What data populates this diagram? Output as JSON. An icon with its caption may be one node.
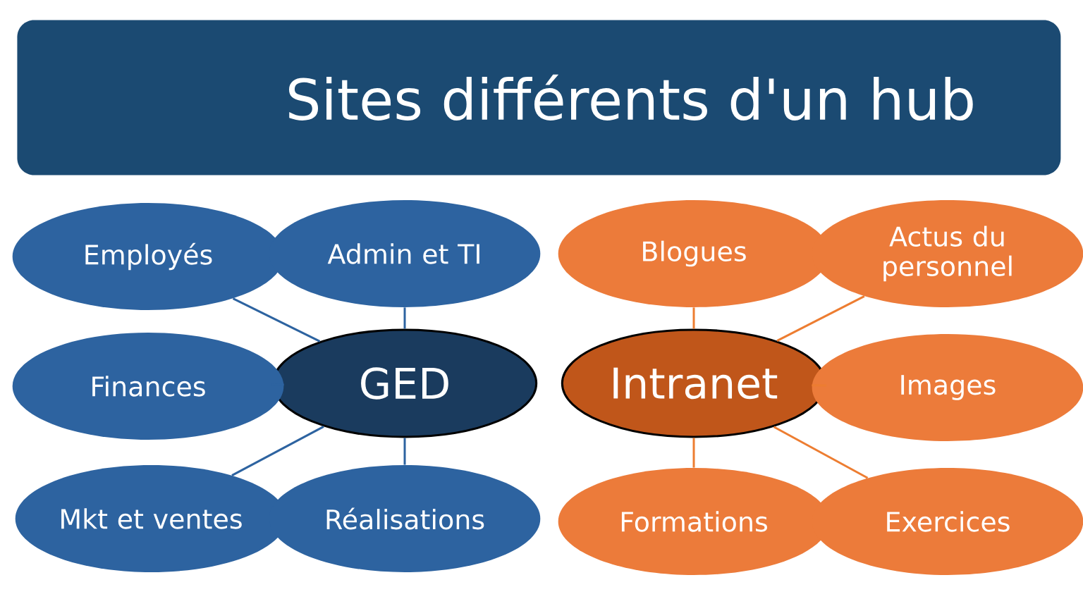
{
  "diagram": {
    "title": "Sites différents d'un hub",
    "nodes": [
      {
        "text": [
          "GED"
        ]
      },
      {
        "text": [
          "Employés"
        ]
      },
      {
        "text": [
          "Admin et TI"
        ]
      },
      {
        "text": [
          "Finances"
        ]
      },
      {
        "text": [
          "Mkt et ventes"
        ]
      },
      {
        "text": [
          "Réalisations"
        ]
      },
      {
        "text": [
          "Intranet"
        ]
      },
      {
        "text": [
          "Blogues"
        ]
      },
      {
        "text": [
          "Actus du personnel"
        ]
      },
      {
        "text": [
          "Images"
        ]
      },
      {
        "text": [
          "Formations"
        ]
      },
      {
        "text": [
          "Exercices"
        ]
      }
    ],
    "edges": [
      {
        "from": 0,
        "to": 1,
        "arrow": "none"
      },
      {
        "from": 0,
        "to": 2,
        "arrow": "none"
      },
      {
        "from": 0,
        "to": 3,
        "arrow": "none"
      },
      {
        "from": 0,
        "to": 4,
        "arrow": "none"
      },
      {
        "from": 0,
        "to": 5,
        "arrow": "none"
      },
      {
        "from": 6,
        "to": 7,
        "arrow": "none",
        "color": "#ed7d31"
      },
      {
        "from": 6,
        "to": 8,
        "arrow": "none",
        "color": "#ed7d31"
      },
      {
        "from": 6,
        "to": 9,
        "arrow": "none",
        "color": "#ed7d31"
      },
      {
        "from": 6,
        "to": 10,
        "arrow": "none",
        "color": "#ed7d31"
      },
      {
        "from": 6,
        "to": 11,
        "arrow": "none",
        "color": "#ed7d31"
      }
    ]
  }
}
